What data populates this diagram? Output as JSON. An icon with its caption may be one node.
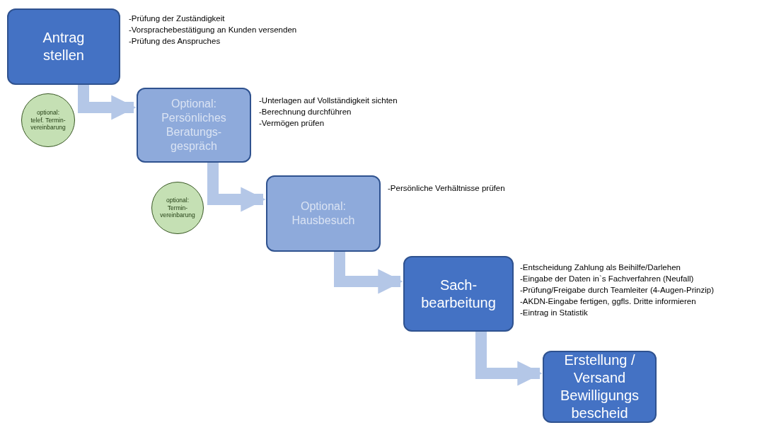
{
  "diagram": {
    "nodes": [
      {
        "text": [
          "Antrag stellen"
        ],
        "beside": [
          "-Prüfung der Zuständigkeit",
          "-Vorsprachebestätigung an Kunden versenden",
          "-Prüfung des Anspruches"
        ]
      },
      {
        "text": [
          "optional: telef. Termin-vereinbarung"
        ]
      },
      {
        "text": [
          "Optional: Persönliches Beratungs-gespräch"
        ],
        "beside": [
          "-Unterlagen auf Vollständigkeit sichten",
          "-Berechnung durchführen",
          "-Vermögen prüfen"
        ]
      },
      {
        "text": [
          "optional: Termin-vereinbarung"
        ]
      },
      {
        "text": [
          "Optional: Hausbesuch"
        ],
        "beside": [
          "-Persönliche Verhältnisse prüfen"
        ]
      },
      {
        "text": [
          "Sach-bearbeitung"
        ],
        "beside": [
          "-Entscheidung Zahlung als Beihilfe/Darlehen",
          "-Eingabe der Daten in`s Fachverfahren (Neufall)",
          "-Prüfung/Freigabe durch Teamleiter (4-Augen-Prinzip)",
          "-AKDN-Eingabe fertigen, ggfls. Dritte informieren",
          "-Eintrag in Statistik"
        ]
      },
      {
        "text": [
          "Erstellung / Versand Bewilligungs bescheid"
        ]
      }
    ],
    "edges": [
      {
        "from": 0,
        "to": 2,
        "arrow": "to"
      },
      {
        "from": 2,
        "to": 4,
        "arrow": "to"
      },
      {
        "from": 4,
        "to": 5,
        "arrow": "to"
      },
      {
        "from": 5,
        "to": 6,
        "arrow": "to"
      }
    ]
  }
}
